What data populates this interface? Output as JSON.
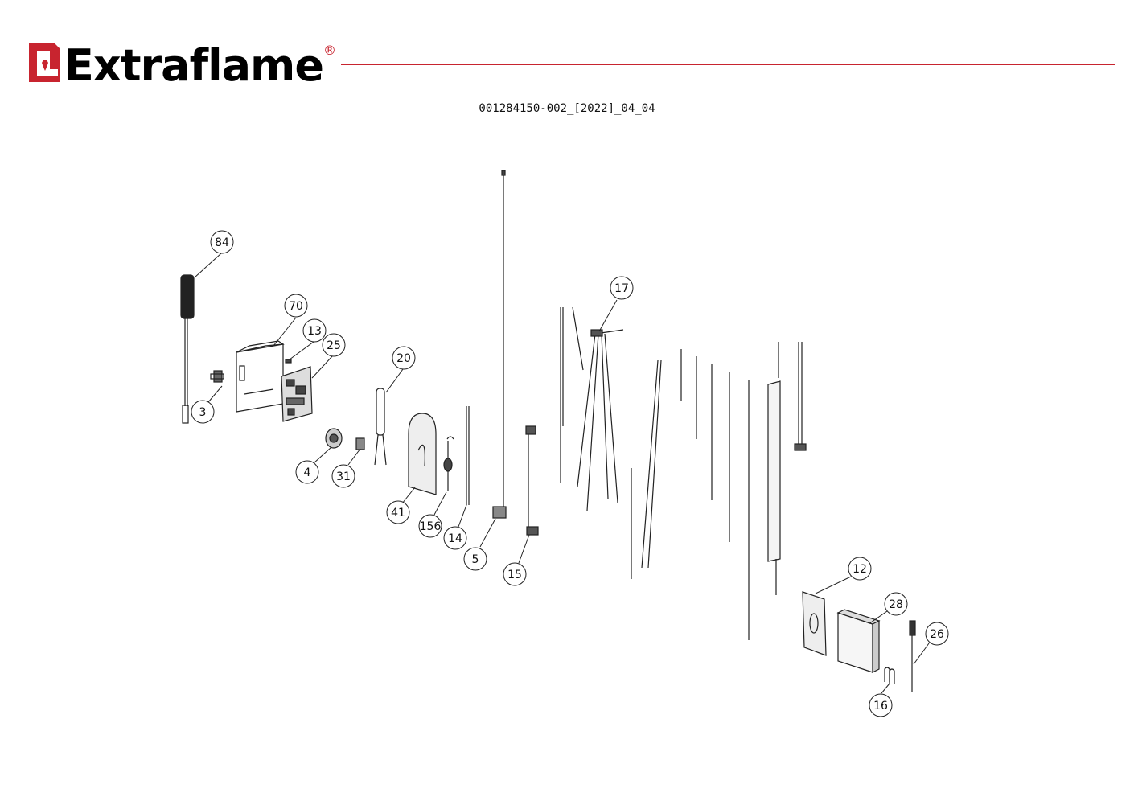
{
  "brand": {
    "name": "Extraflame",
    "registered_mark": "®",
    "color": "#c8242f"
  },
  "document_code": "001284150-002_[2022]_04_04",
  "callouts": [
    "84",
    "70",
    "13",
    "25",
    "3",
    "20",
    "4",
    "31",
    "41",
    "156",
    "14",
    "5",
    "15",
    "17",
    "12",
    "28",
    "26",
    "16"
  ]
}
